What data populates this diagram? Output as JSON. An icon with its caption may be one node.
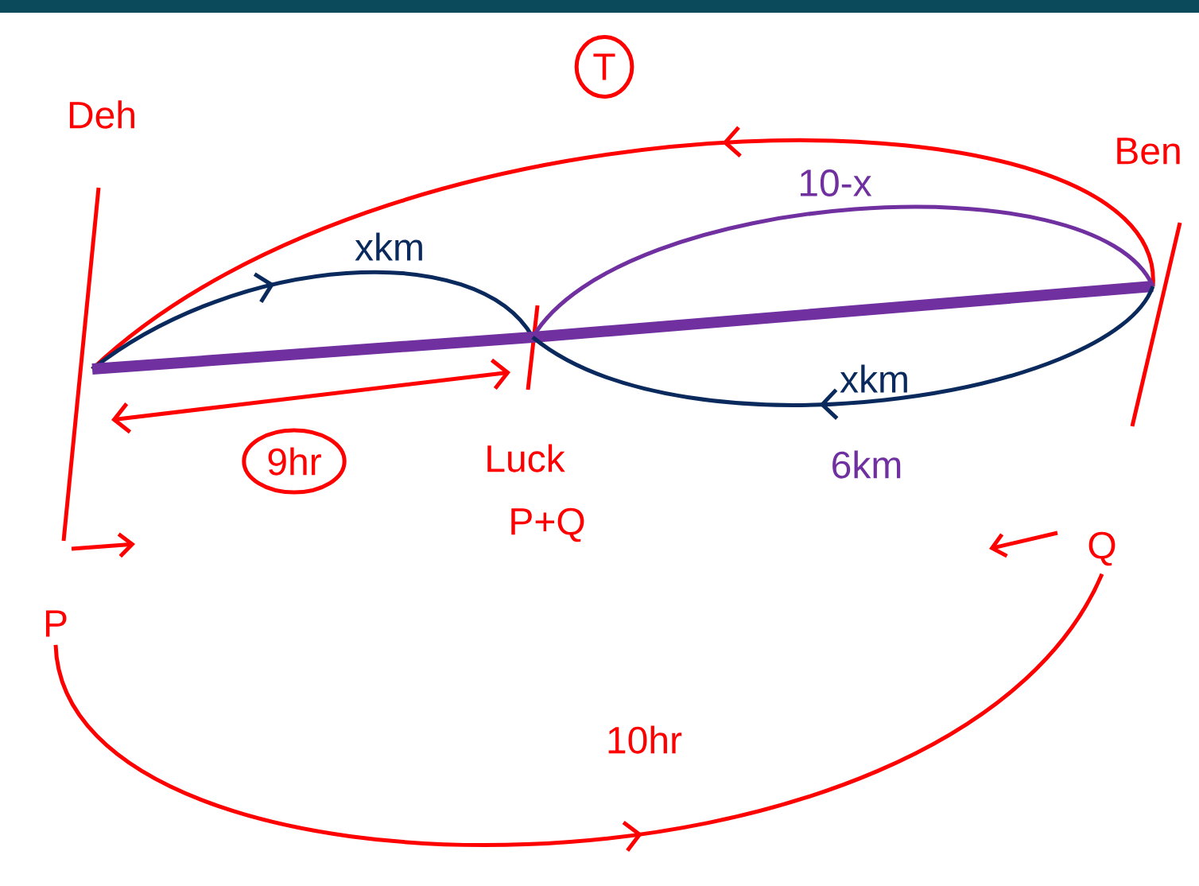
{
  "diagram": {
    "nodes": [
      {
        "text": [
          "Deh"
        ]
      },
      {
        "text": [
          "Luck"
        ],
        "beside": [
          "P+Q"
        ]
      },
      {
        "text": [
          "Ben"
        ]
      },
      {
        "text": [
          "P"
        ]
      },
      {
        "text": [
          "Q"
        ]
      },
      {
        "text": [
          "T"
        ]
      },
      {
        "text": [
          "9hr"
        ]
      }
    ],
    "edges": [
      {
        "from": 2,
        "to": 0,
        "arrow": "to",
        "color": "#ff0000"
      },
      {
        "from": 0,
        "to": 1,
        "arrow": "to",
        "label": "xkm",
        "color": "#0a2a5e"
      },
      {
        "from": 1,
        "to": 2,
        "arrow": "none",
        "label": "10-x",
        "color": "#7030a0"
      },
      {
        "from": 0,
        "to": 1,
        "arrow": "none",
        "style": "thick",
        "color": "#7030a0"
      },
      {
        "from": 1,
        "to": 2,
        "arrow": "none",
        "style": "thick",
        "color": "#7030a0"
      },
      {
        "from": 2,
        "to": 1,
        "arrow": "to",
        "label": "xkm",
        "color": "#0a2a5e"
      },
      {
        "from": 0,
        "to": 1,
        "arrow": "both",
        "color": "#ff0000"
      },
      {
        "from": 3,
        "to": 4,
        "arrow": "to",
        "label": "10hr",
        "color": "#ff0000"
      }
    ],
    "labels": [
      "6km"
    ]
  }
}
